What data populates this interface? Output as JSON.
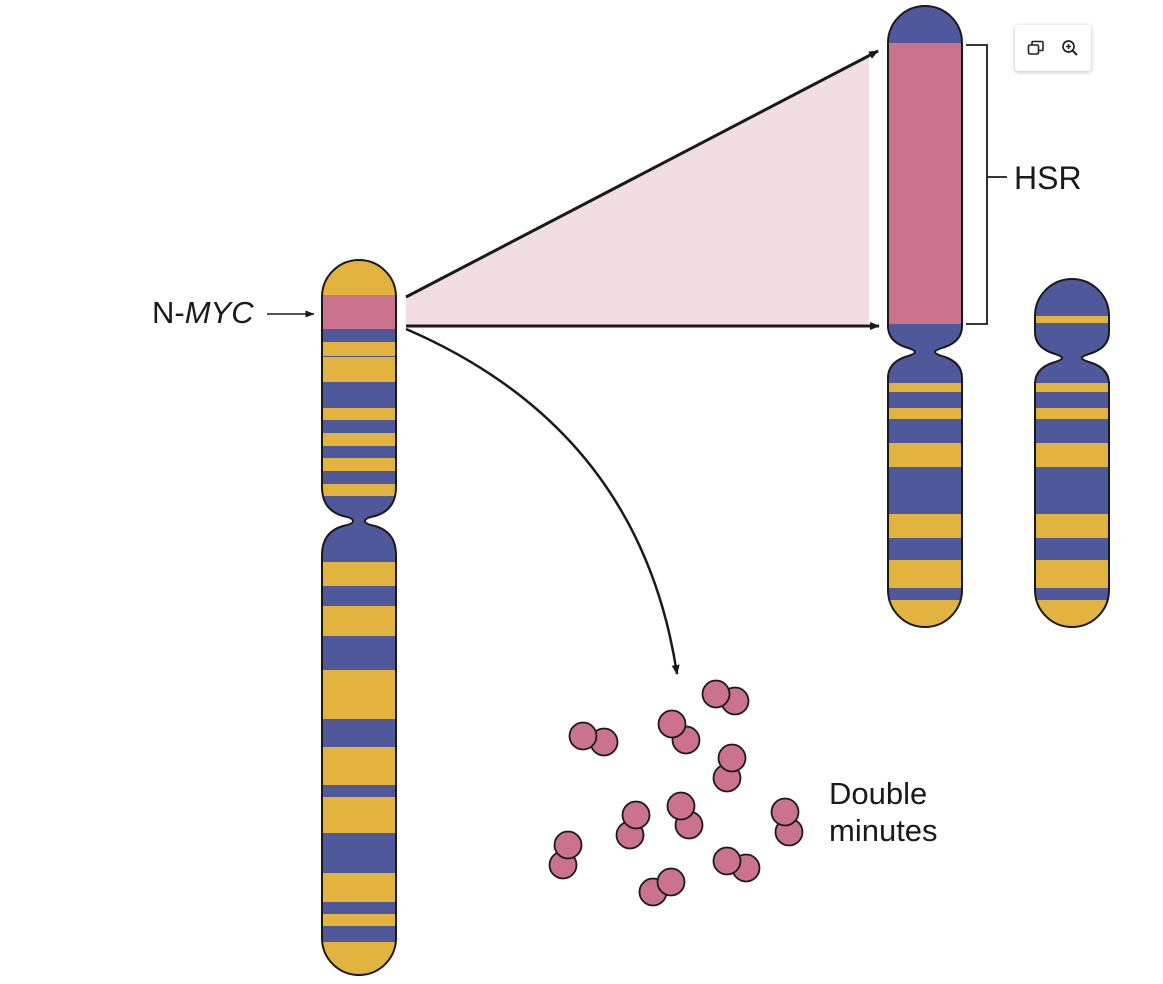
{
  "labels": {
    "nmyc_prefix": "N-",
    "nmyc_gene": "MYC",
    "hsr": "HSR",
    "double_minutes_line1": "Double",
    "double_minutes_line2": "minutes"
  },
  "toolbar": {
    "buttons": [
      {
        "icon": "open-in-new-window-icon"
      },
      {
        "icon": "zoom-in-icon"
      }
    ]
  },
  "colors": {
    "band_yellow": "#e2b33f",
    "band_blue": "#4f589b",
    "amplified_pink": "#cb728c",
    "amplification_fan": "#f2dde2",
    "outline": "#1a1a1a"
  }
}
